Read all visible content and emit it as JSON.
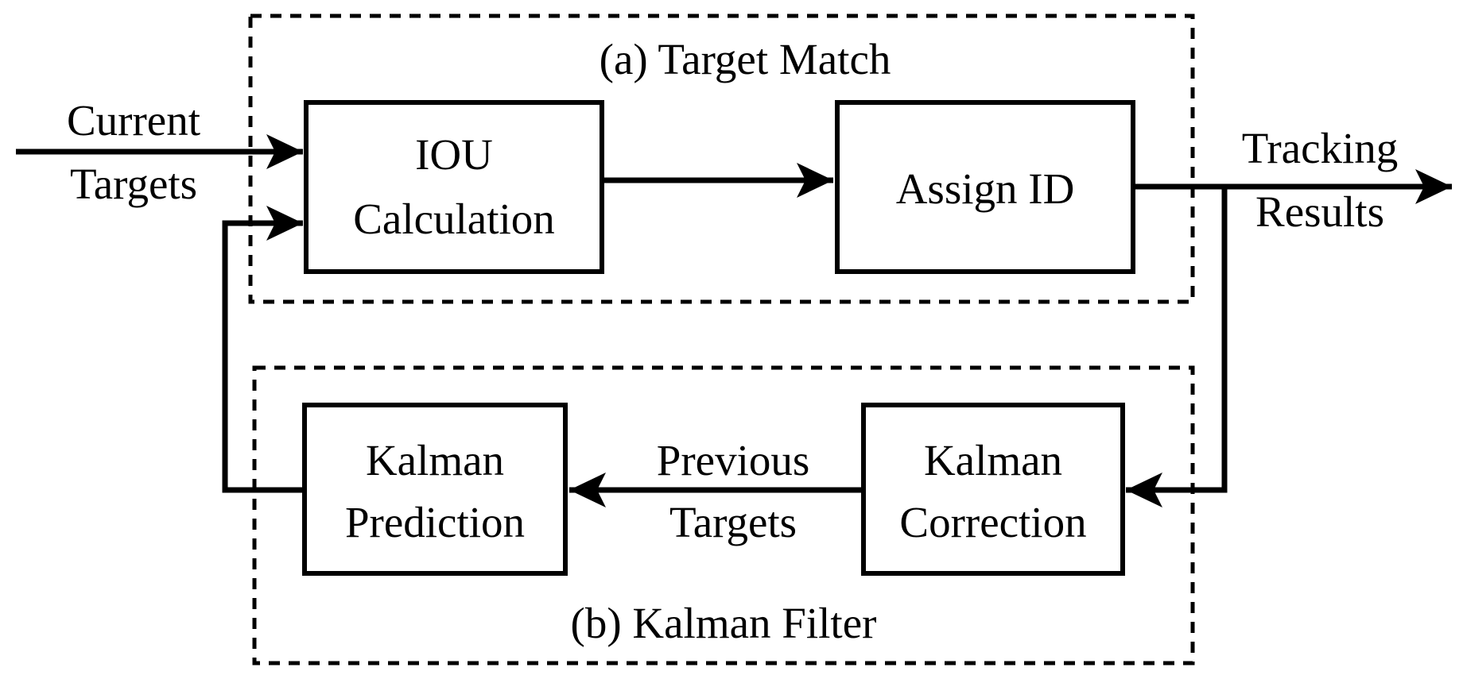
{
  "groups": {
    "target_match": {
      "label": "(a) Target Match"
    },
    "kalman_filter": {
      "label": "(b) Kalman Filter"
    }
  },
  "blocks": {
    "iou_calculation": {
      "line1": "IOU",
      "line2": "Calculation"
    },
    "assign_id": {
      "label": "Assign ID"
    },
    "kalman_prediction": {
      "line1": "Kalman",
      "line2": "Prediction"
    },
    "kalman_correction": {
      "line1": "Kalman",
      "line2": "Correction"
    }
  },
  "signals": {
    "current_targets": {
      "line1": "Current",
      "line2": "Targets"
    },
    "tracking_results": {
      "line1": "Tracking",
      "line2": "Results"
    },
    "previous_targets": {
      "line1": "Previous",
      "line2": "Targets"
    }
  },
  "colors": {
    "ink": "#000000",
    "background": "#ffffff"
  }
}
